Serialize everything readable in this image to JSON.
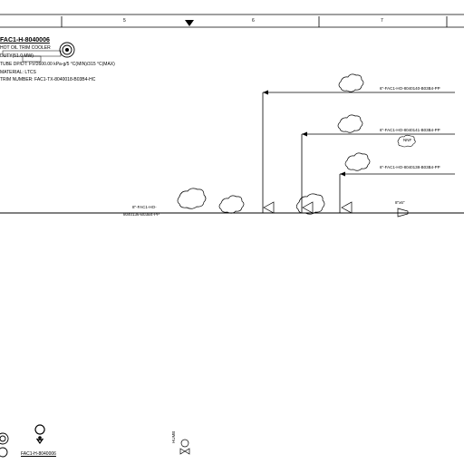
{
  "grid": {
    "columns": [
      "5",
      "6",
      "7"
    ]
  },
  "equipment": {
    "tag": "FAC1-H-8040006",
    "name": "HOT OIL TRIM COOLER",
    "duty": "DUTY(51.0 MW)",
    "tube_dp_dt": "TUBE DP/DT: FV/2600.00 kPa-g/5 °C(MIN)/315 °C(MAX)",
    "material": "MATERIAL: LTCS",
    "trim_number": "TRIM NUMBER: FAC1-TX-8040018-B03B4-HC"
  },
  "lines": {
    "top": "6\"-FAC1-HO-8040140-B03B4-PP",
    "mid": "6\"-FAC1-HO-8040141-B03B4-PP",
    "low": "6\"-FAC1-HO-8040138-B03B4-PP",
    "main_a": "8\"-FAC1-HO-",
    "main_b": "8040136-B03B4-PP",
    "right": "8\"x6\""
  },
  "notes": {
    "nnf": "NNF"
  },
  "bottom": {
    "tag_ref": "FAC1-H-8040006",
    "valve_label": "HUMB"
  },
  "colors": {
    "line": "#000000",
    "paper": "#ffffff"
  }
}
